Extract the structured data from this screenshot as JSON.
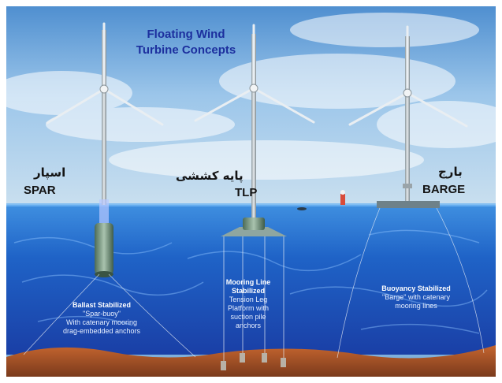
{
  "title": {
    "line1": "Floating Wind",
    "line2": "Turbine Concepts"
  },
  "concepts": [
    {
      "label_fa": "اسپار",
      "label_en": "SPAR",
      "desc_title": "Ballast Stabilized",
      "desc_lines": [
        "\"Spar-buoy\"",
        "With catenary mooring",
        "drag-embedded anchors"
      ]
    },
    {
      "label_fa": "پایه کششی",
      "label_en": "TLP",
      "desc_title_lines": [
        "Mooring Line",
        "Stabilized"
      ],
      "desc_lines": [
        "Tension Leg",
        "Platform with",
        "suction pile",
        "anchors"
      ]
    },
    {
      "label_fa": "بارج",
      "label_en": "BARGE",
      "desc_title": "Buoyancy Stabilized",
      "desc_lines": [
        "\"Barge\" with catenary",
        "mooring lines"
      ]
    }
  ],
  "colors": {
    "title": "#1c2f9e",
    "sea": "#1f63c7",
    "seabed": "#b4532a"
  }
}
